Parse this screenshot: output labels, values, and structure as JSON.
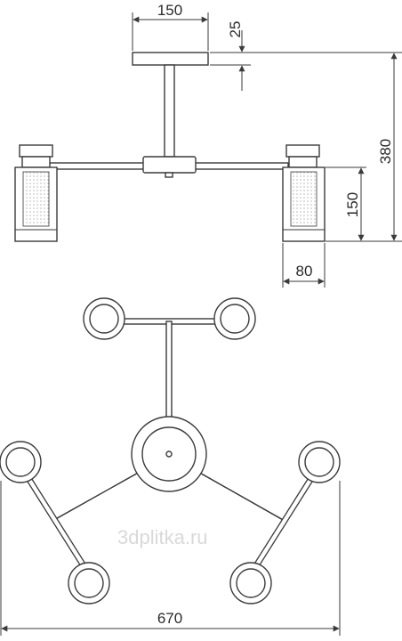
{
  "dimensions": {
    "canopy_width": "150",
    "canopy_height": "25",
    "total_height": "380",
    "shade_height": "150",
    "shade_width": "80",
    "total_width": "670"
  },
  "watermark": "3dplitka.ru",
  "colors": {
    "stroke": "#3a3a3a",
    "text": "#2a2a2a",
    "watermark": "#d9d9d9"
  }
}
